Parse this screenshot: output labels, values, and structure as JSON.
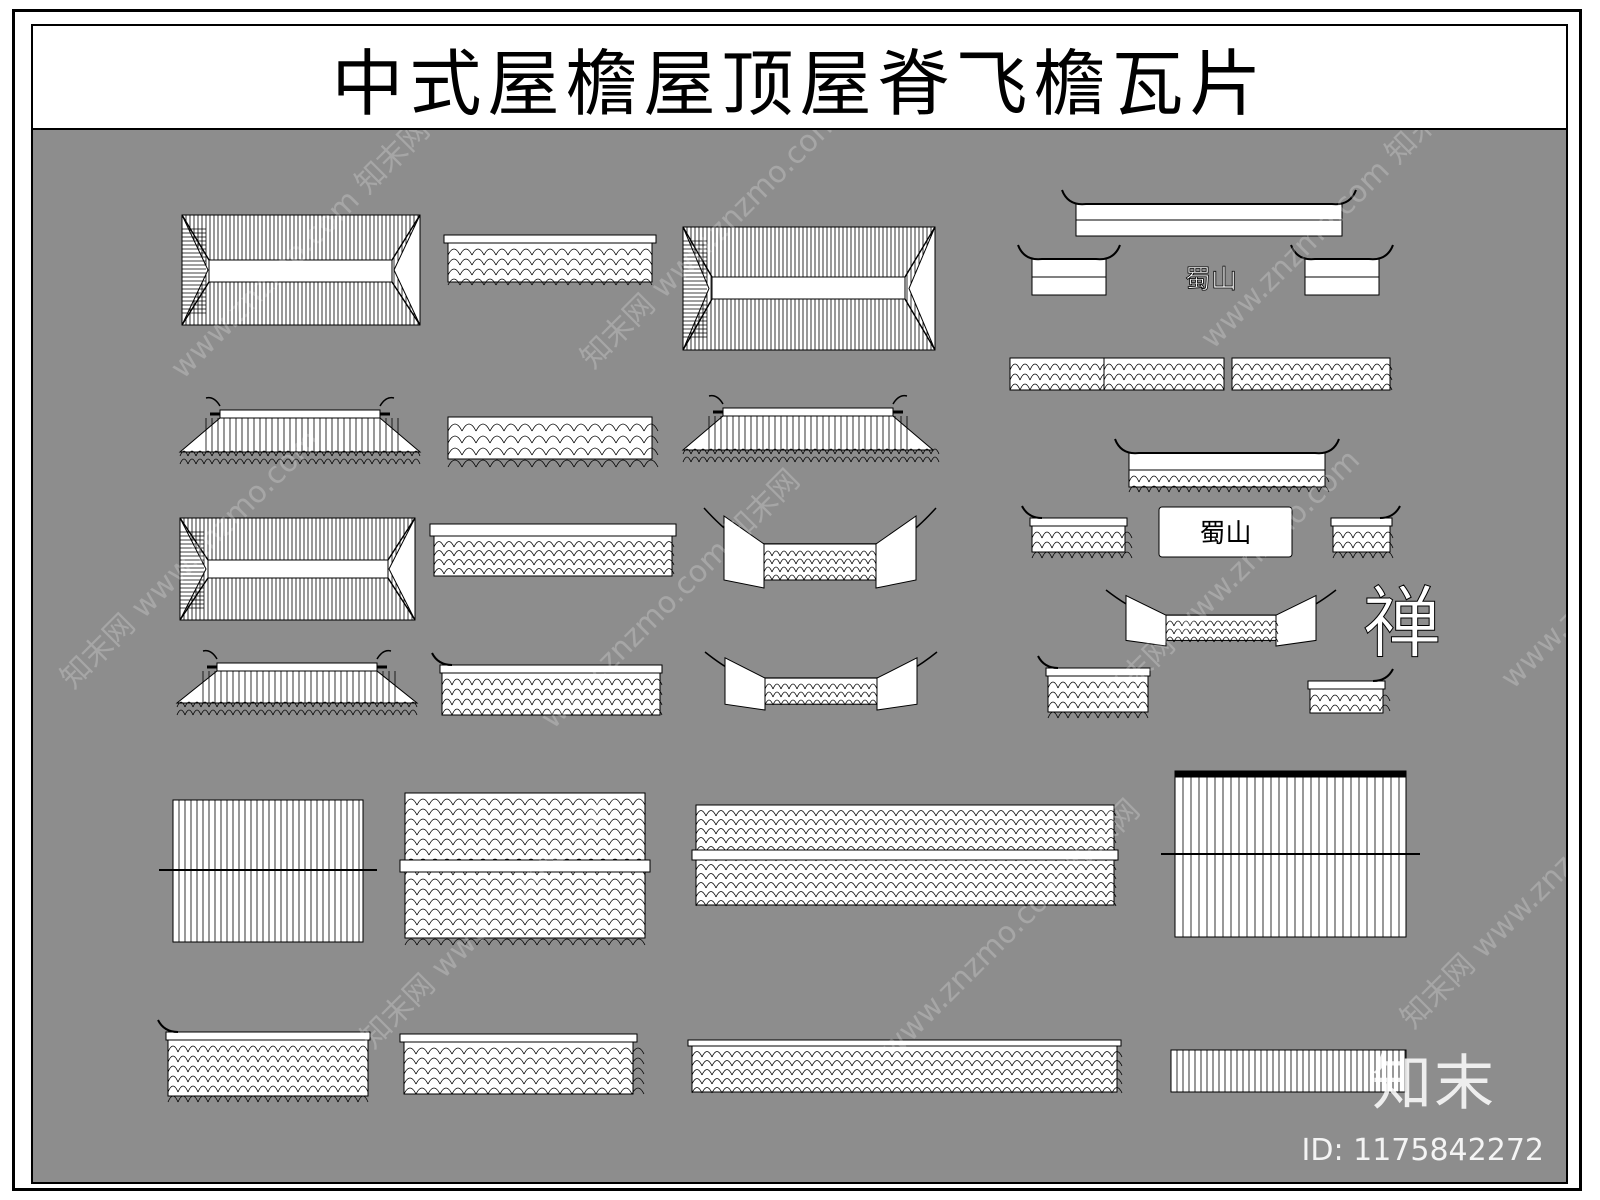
{
  "title": "中式屋檐屋顶屋脊飞檐瓦片",
  "plaques": [
    "蜀山",
    "蜀山"
  ],
  "calligraphy": "禅",
  "watermarks": [
    "www.znzmo.com",
    "知末网"
  ],
  "brand": "知末",
  "image_id": "ID: 1175842272",
  "colors": {
    "canvas": "#8d8d8d",
    "line": "#000000",
    "fill": "#ffffff"
  }
}
